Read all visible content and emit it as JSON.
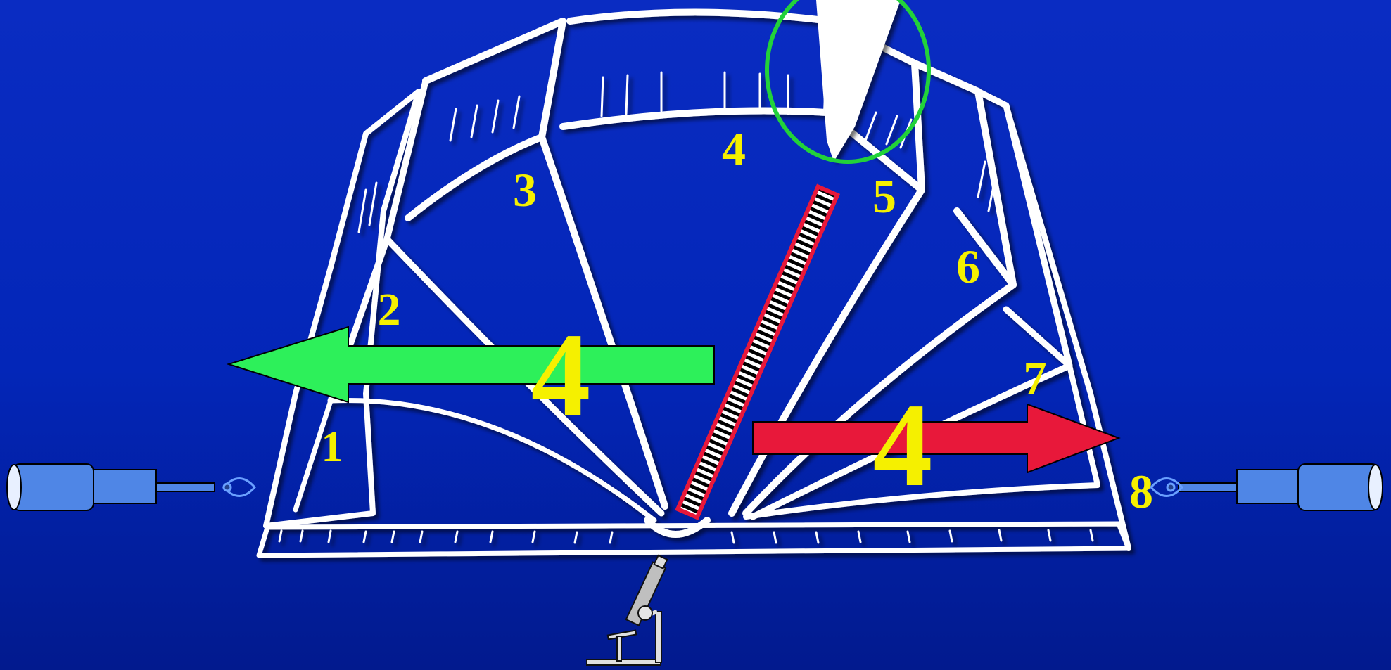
{
  "page_labels": [
    "1",
    "2",
    "3",
    "4",
    "5",
    "6",
    "7",
    "8"
  ],
  "arrow_left_label": "4",
  "arrow_right_label": "4",
  "colors": {
    "background": "#0326b8",
    "book_line": "#ffffff",
    "label": "#f5f000",
    "arrow_left": "#2df05a",
    "arrow_right": "#e8183a",
    "marker_border": "#e8183a",
    "focus_ellipse": "#22d23a",
    "telescope": "#4f86e6"
  },
  "icons": [
    "telescope-left-icon",
    "eye-left-icon",
    "telescope-right-icon",
    "eye-right-icon",
    "microscope-icon",
    "pen-icon"
  ]
}
